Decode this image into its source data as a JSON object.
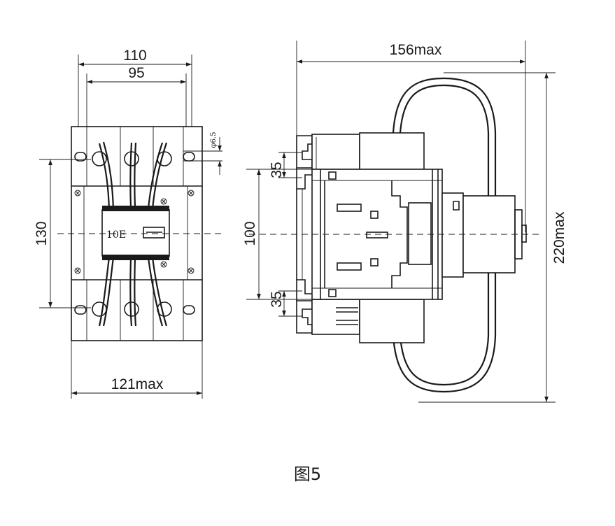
{
  "front_view": {
    "dim_width_outer": "110",
    "dim_width_inner": "95",
    "dim_hole": "φ6.5",
    "dim_height": "130",
    "dim_body_width": "121max",
    "module_label": "10E"
  },
  "side_view": {
    "dim_depth": "156max",
    "dim_height": "220max",
    "dim_rail_pitch": "100",
    "dim_rail_top": "35",
    "dim_rail_bottom": "35"
  },
  "caption": "图5"
}
